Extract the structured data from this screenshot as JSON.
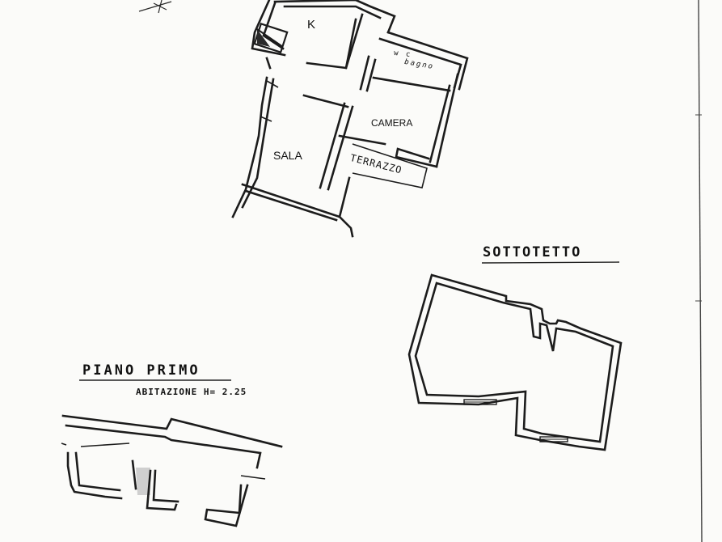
{
  "labels": {
    "k": "K",
    "wc": "w c",
    "bagno": "bagno",
    "camera": "CAMERA",
    "sala": "SALA",
    "terrazzo": "TERRAZZO",
    "sottotetto": "SOTTOTETTO",
    "piano_primo": "PIANO PRIMO",
    "abitazione": "ABITAZIONE H= 2.25"
  }
}
